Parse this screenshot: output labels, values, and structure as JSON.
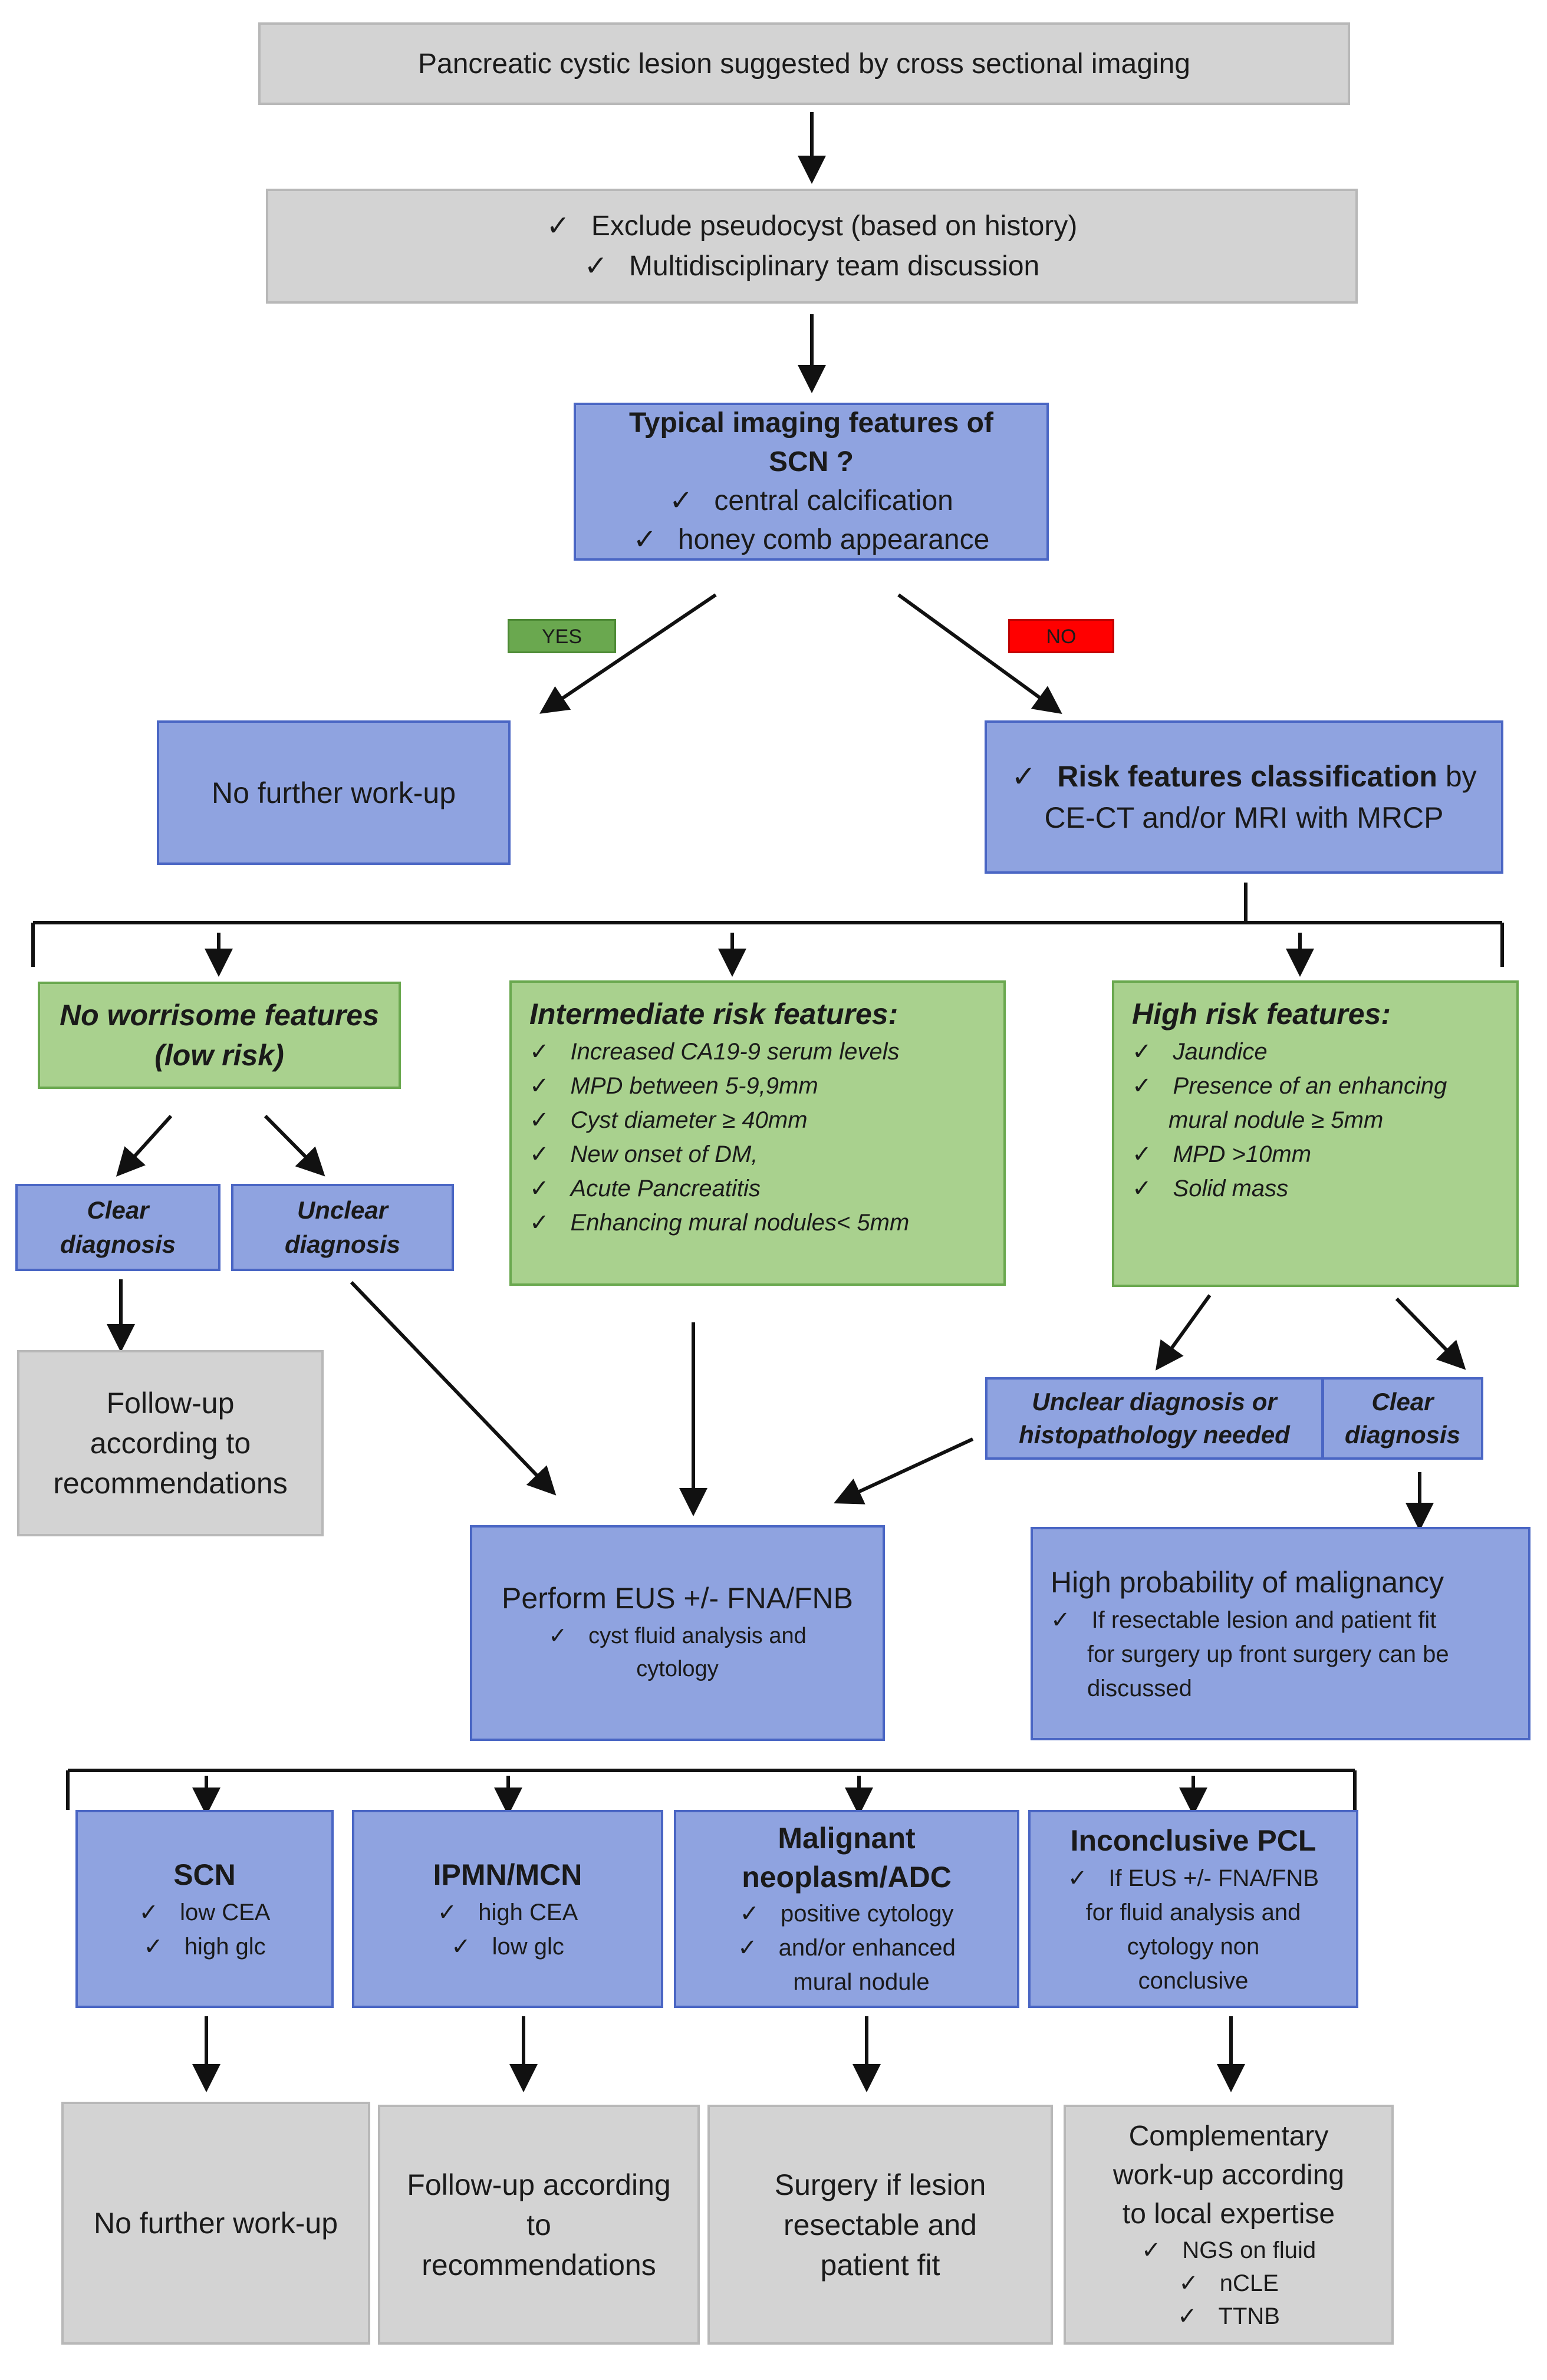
{
  "start": {
    "text": "Pancreatic cystic lesion suggested by cross sectional imaging"
  },
  "prelim": {
    "items": [
      "Exclude pseudocyst (based on history)",
      "Multidisciplinary team discussion"
    ]
  },
  "scn_question": {
    "title_line1": "Typical imaging features of",
    "title_line2": "SCN  ?",
    "items": [
      "central calcification",
      "honey comb appearance"
    ]
  },
  "branch_labels": {
    "yes": "YES",
    "no": "NO",
    "yes_color": "#6aa84f",
    "no_color": "#ff0000"
  },
  "no_further_top": {
    "text": "No further  work-up"
  },
  "risk_classification": {
    "bold": "Risk features classification",
    "rest_line1": " by",
    "line2": "CE-CT and/or MRI with MRCP"
  },
  "low_risk": {
    "line1": "No worrisome features",
    "line2": "(low risk)"
  },
  "intermediate_risk": {
    "title": "Intermediate risk features:",
    "items": [
      "Increased  CA19-9 serum levels",
      "MPD between  5-9,9mm",
      "Cyst diameter ≥ 40mm",
      "New onset of DM,",
      "Acute Pancreatitis",
      "Enhancing mural nodules< 5mm"
    ]
  },
  "high_risk": {
    "title": "High risk features:",
    "items": [
      {
        "line1": "Jaundice"
      },
      {
        "line1": "Presence  of  an enhancing",
        "line2": "mural nodule ≥ 5mm"
      },
      {
        "line1": "MPD >10mm"
      },
      {
        "line1": "Solid mass"
      }
    ]
  },
  "low_clear": {
    "line1": "Clear",
    "line2": "diagnosis"
  },
  "low_unclear": {
    "line1": "Unclear",
    "line2": "diagnosis"
  },
  "low_followup": {
    "lines": [
      "Follow-up",
      "according to",
      "recommendations"
    ]
  },
  "high_unclear": {
    "line1": "Unclear  diagnosis or",
    "line2": "histopathology needed"
  },
  "high_clear": {
    "line1": "Clear",
    "line2": "diagnosis"
  },
  "eus": {
    "title": "Perform  EUS +/- FNA/FNB",
    "item_line1": "cyst fluid analysis and",
    "item_line2": "cytology"
  },
  "malignancy": {
    "title": "High probability of malignancy",
    "item_line1": "If resectable lesion and patient fit",
    "item_line2": "for surgery up front surgery can be",
    "item_line3": "discussed"
  },
  "outcomes": [
    {
      "title": "SCN",
      "items": [
        "low CEA",
        "high glc"
      ]
    },
    {
      "title": "IPMN/MCN",
      "items": [
        "high CEA",
        "low glc"
      ]
    },
    {
      "title_line1": "Malignant",
      "title_line2": "neoplasm/ADC",
      "item1": "positive cytology",
      "item2_line1": "and/or enhanced",
      "item2_line2": "mural nodule"
    },
    {
      "title": "Inconclusive PCL",
      "item_line1": "If EUS +/- FNA/FNB",
      "item_line2": "for fluid analysis and",
      "item_line3": "cytology non",
      "item_line4": "conclusive"
    }
  ],
  "final": [
    {
      "text": "No further  work-up"
    },
    {
      "lines": [
        "Follow-up according",
        "to",
        "recommendations"
      ]
    },
    {
      "lines": [
        "Surgery if lesion",
        "resectable and",
        "patient fit"
      ]
    },
    {
      "lines": [
        "Complementary",
        "work-up   according",
        "to local expertise"
      ],
      "items": [
        "NGS on fluid",
        "nCLE",
        "TTNB"
      ]
    }
  ]
}
